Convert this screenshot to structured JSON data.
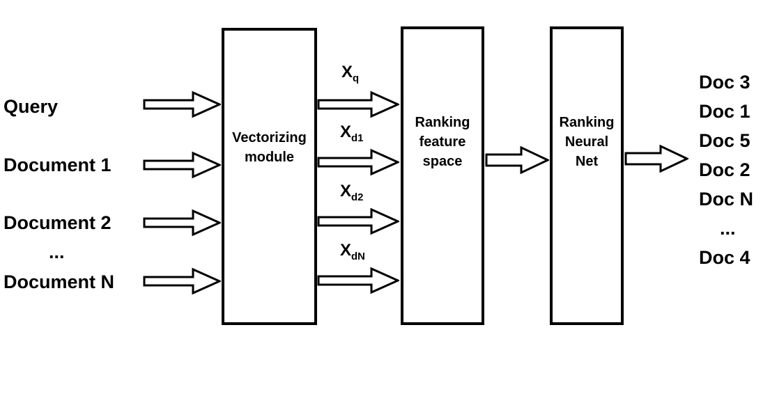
{
  "colors": {
    "ink": "#000000",
    "background": "#ffffff"
  },
  "inputs": [
    {
      "label": "Query"
    },
    {
      "label": "Document 1"
    },
    {
      "label": "Document 2"
    },
    {
      "label": "..."
    },
    {
      "label": "Document N"
    }
  ],
  "boxes": [
    {
      "label": "Vectorizing module"
    },
    {
      "label": "Ranking feature space"
    },
    {
      "label": "Ranking Neural Net"
    }
  ],
  "vectors": [
    {
      "base": "X",
      "sub": "q"
    },
    {
      "base": "X",
      "sub": "d1"
    },
    {
      "base": "X",
      "sub": "d2"
    },
    {
      "base": "X",
      "sub": "dN"
    }
  ],
  "outputs": [
    "Doc 3",
    "Doc 1",
    "Doc 5",
    "Doc 2",
    "Doc N",
    "...",
    "Doc 4"
  ]
}
